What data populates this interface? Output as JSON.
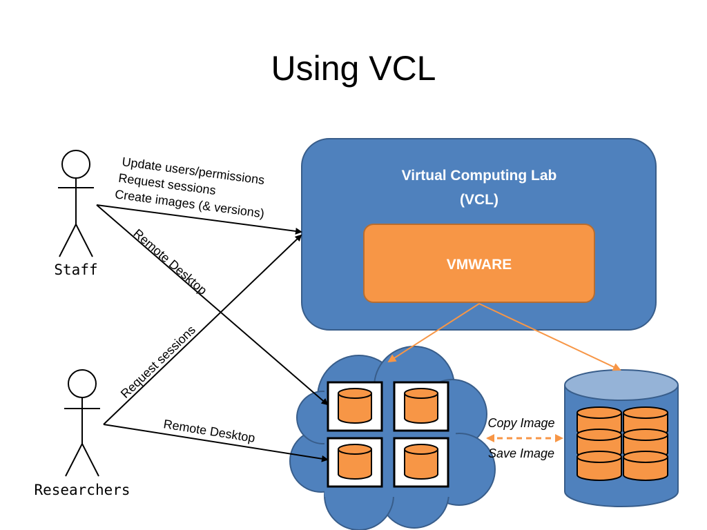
{
  "title": "Using VCL",
  "actors": {
    "staff": "Staff",
    "researchers": "Researchers"
  },
  "staff_labels": {
    "line1": "Update users/permissions",
    "line2": "Request sessions",
    "line3": "Create images (& versions)"
  },
  "edges": {
    "staff_remote": "Remote Desktop",
    "researcher_request": "Request sessions",
    "researcher_remote": "Remote Desktop"
  },
  "vcl": {
    "title_line1": "Virtual Computing Lab",
    "title_line2": "(VCL)",
    "vmware": "VMWARE"
  },
  "storage": {
    "copy": "Copy Image",
    "save": "Save Image"
  },
  "colors": {
    "vcl_blue": "#4f81bd",
    "vcl_border": "#385d8a",
    "vmware_orange": "#f79646",
    "orange_border": "#b66d31",
    "cloud_blue": "#4f81bd",
    "drum_top": "#95b3d7"
  }
}
